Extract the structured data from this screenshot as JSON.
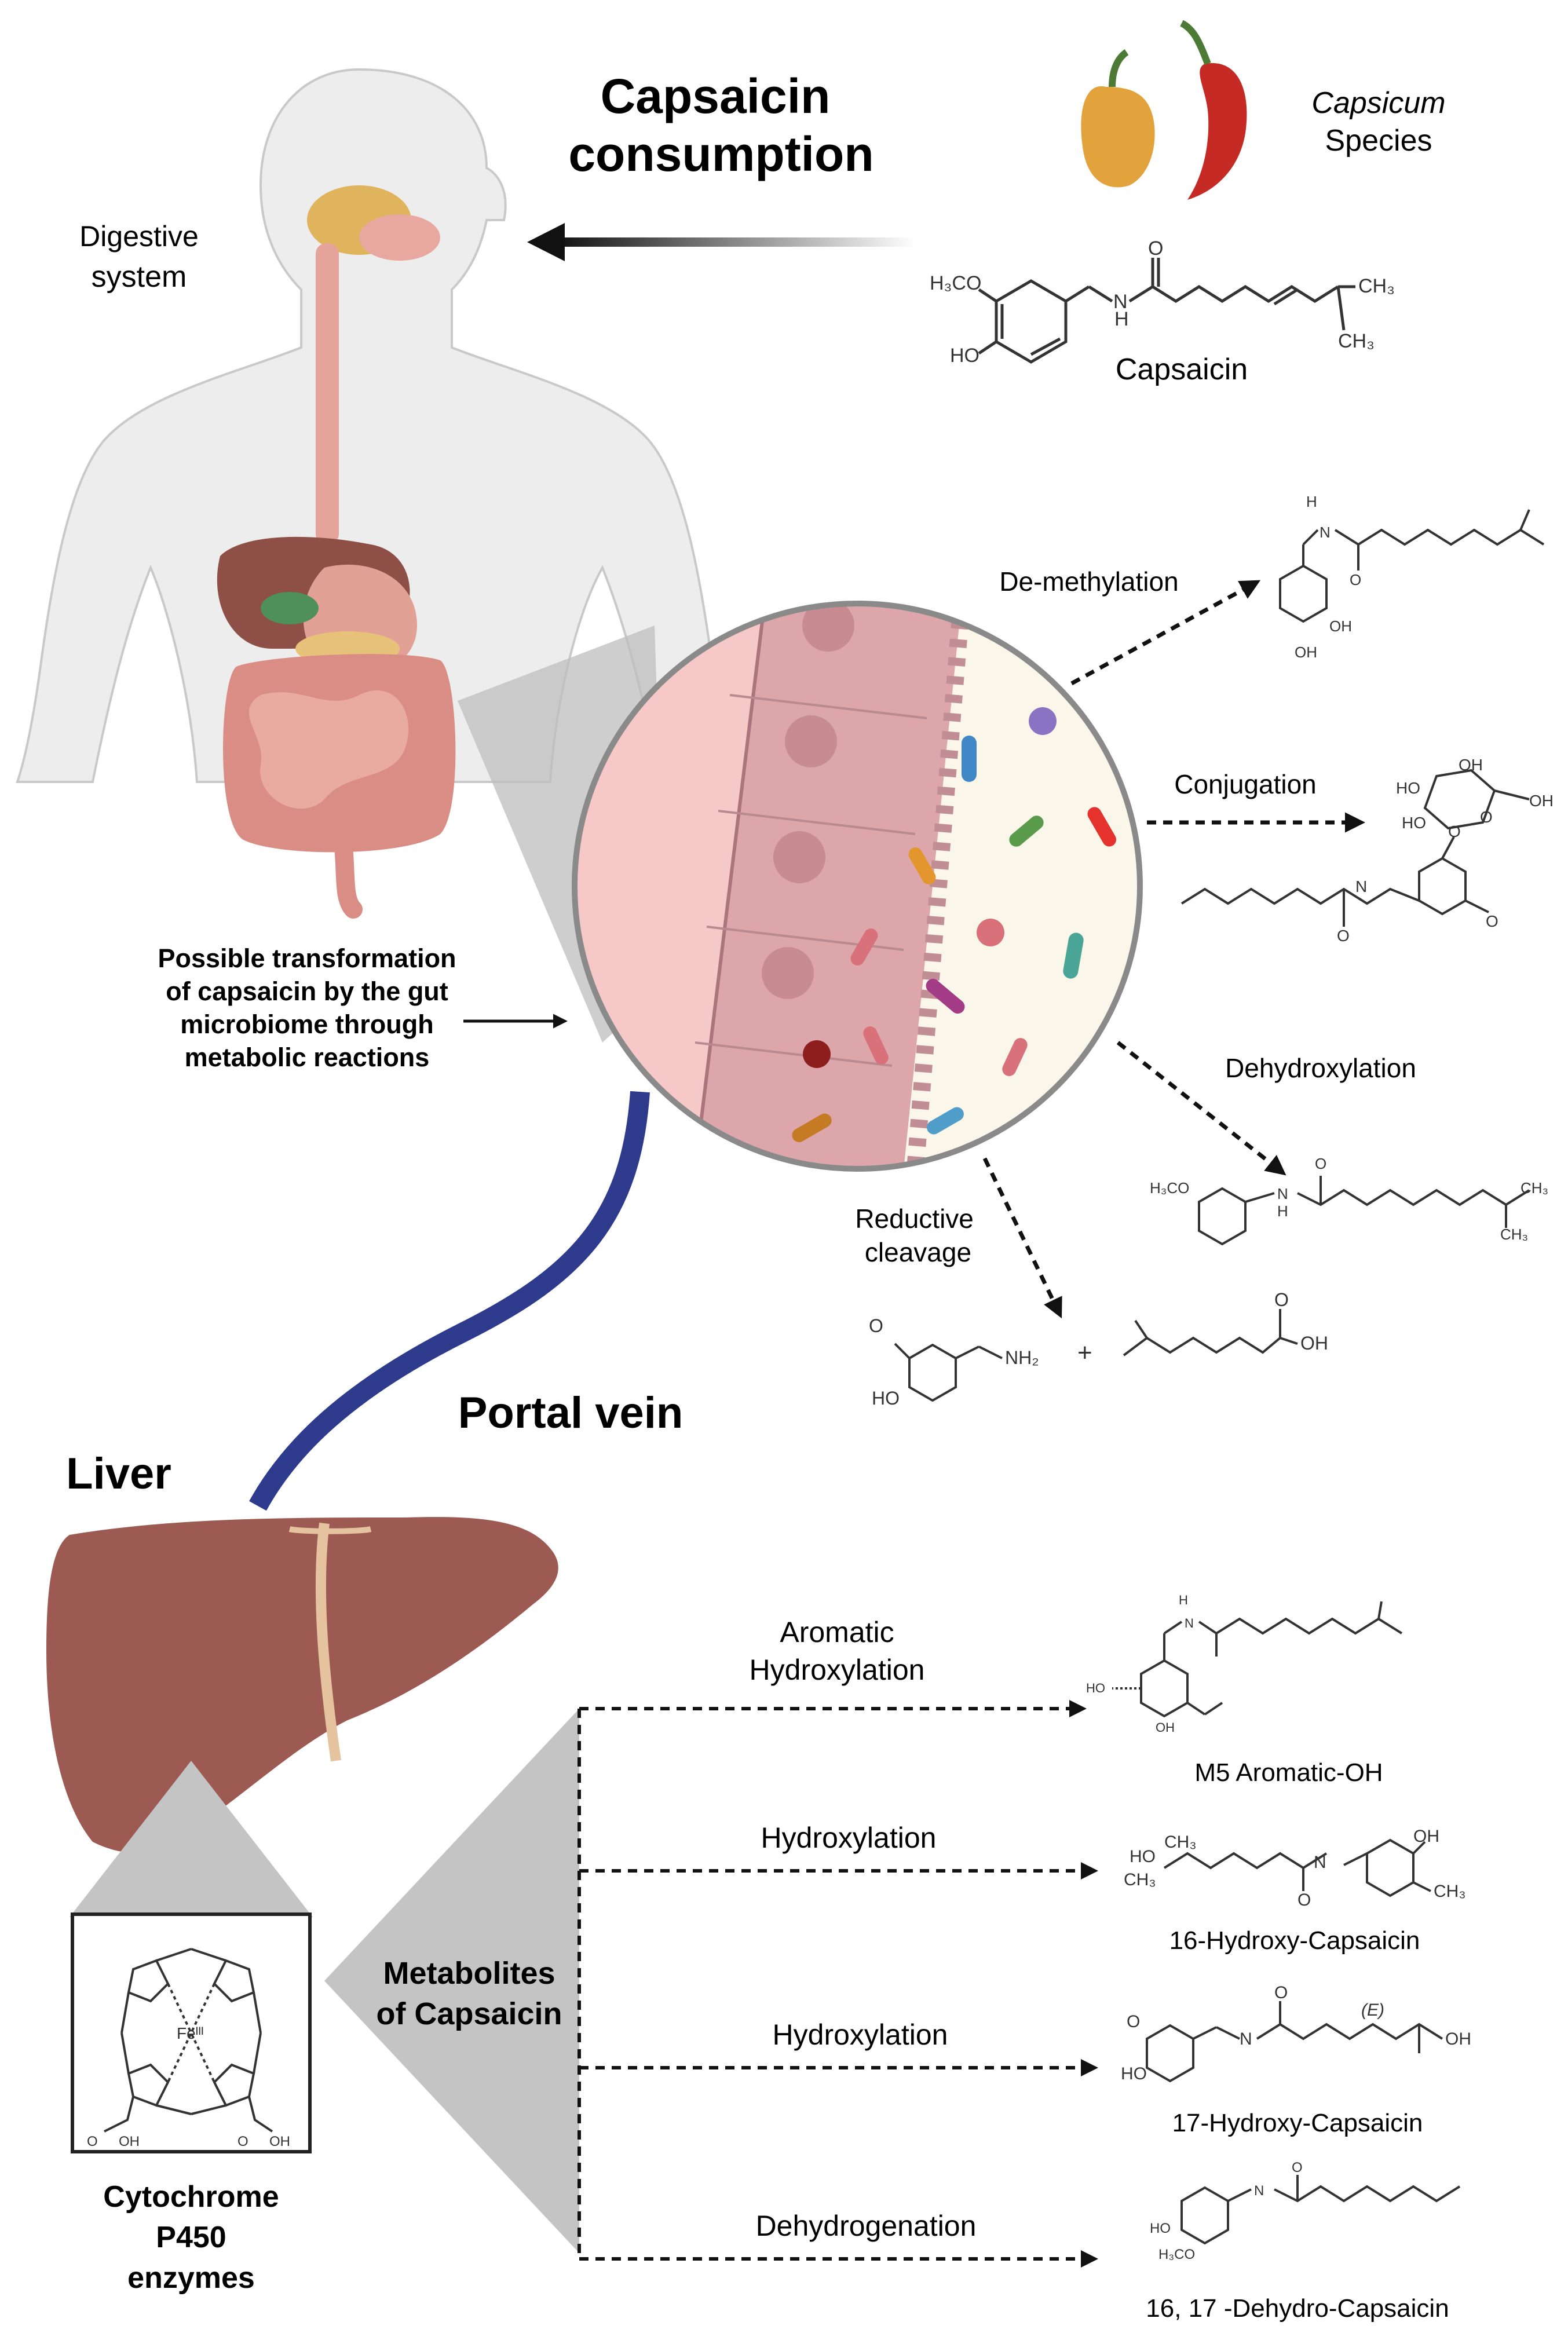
{
  "header": {
    "consumption_line1": "Capsaicin",
    "consumption_line2": "consumption",
    "species_italic": "Capsicum",
    "species_word": "Species",
    "capsaicin_label": "Capsaicin"
  },
  "body_labels": {
    "digestive_line1": "Digestive",
    "digestive_line2": "system",
    "gut_note_lines": [
      "Possible transformation",
      "of capsaicin by the gut",
      "microbiome through",
      "metabolic reactions"
    ],
    "portal_vein": "Portal vein",
    "liver": "Liver",
    "cyp_lines": [
      "Cytochrome",
      "P450",
      "enzymes"
    ],
    "metabolites_lines": [
      "Metabolites",
      "of Capsaicin"
    ]
  },
  "microbiome_reactions": [
    {
      "label": "De-methylation"
    },
    {
      "label": "Conjugation"
    },
    {
      "label": "Dehydroxylation"
    },
    {
      "label": "Reductive\ncleavage"
    }
  ],
  "liver_reactions": [
    {
      "label_line1": "Aromatic",
      "label_line2": "Hydroxylation",
      "product": "M5 Aromatic-OH"
    },
    {
      "label_line1": "Hydroxylation",
      "label_line2": "",
      "product": "16-Hydroxy-Capsaicin"
    },
    {
      "label_line1": "Hydroxylation",
      "label_line2": "",
      "product": "17-Hydroxy-Capsaicin"
    },
    {
      "label_line1": "Dehydrogenation",
      "label_line2": "",
      "product": "16, 17 -Dehydro-Capsaicin"
    }
  ],
  "chem_text": {
    "h3co": "H₃CO",
    "ho": "HO",
    "oh": "OH",
    "ch3": "CH₃",
    "h": "H",
    "o": "O",
    "n": "N",
    "nh2": "NH₂",
    "plus": "+",
    "e_iso": "(E)",
    "fe": "Feᴵᴵᴵ"
  },
  "colors": {
    "arrow": "#111111",
    "liver": "#9c5a52",
    "vein": "#2e3a8c",
    "body": "#ececec",
    "gut": "#e3a59a",
    "lumen": "#faf6ea"
  }
}
